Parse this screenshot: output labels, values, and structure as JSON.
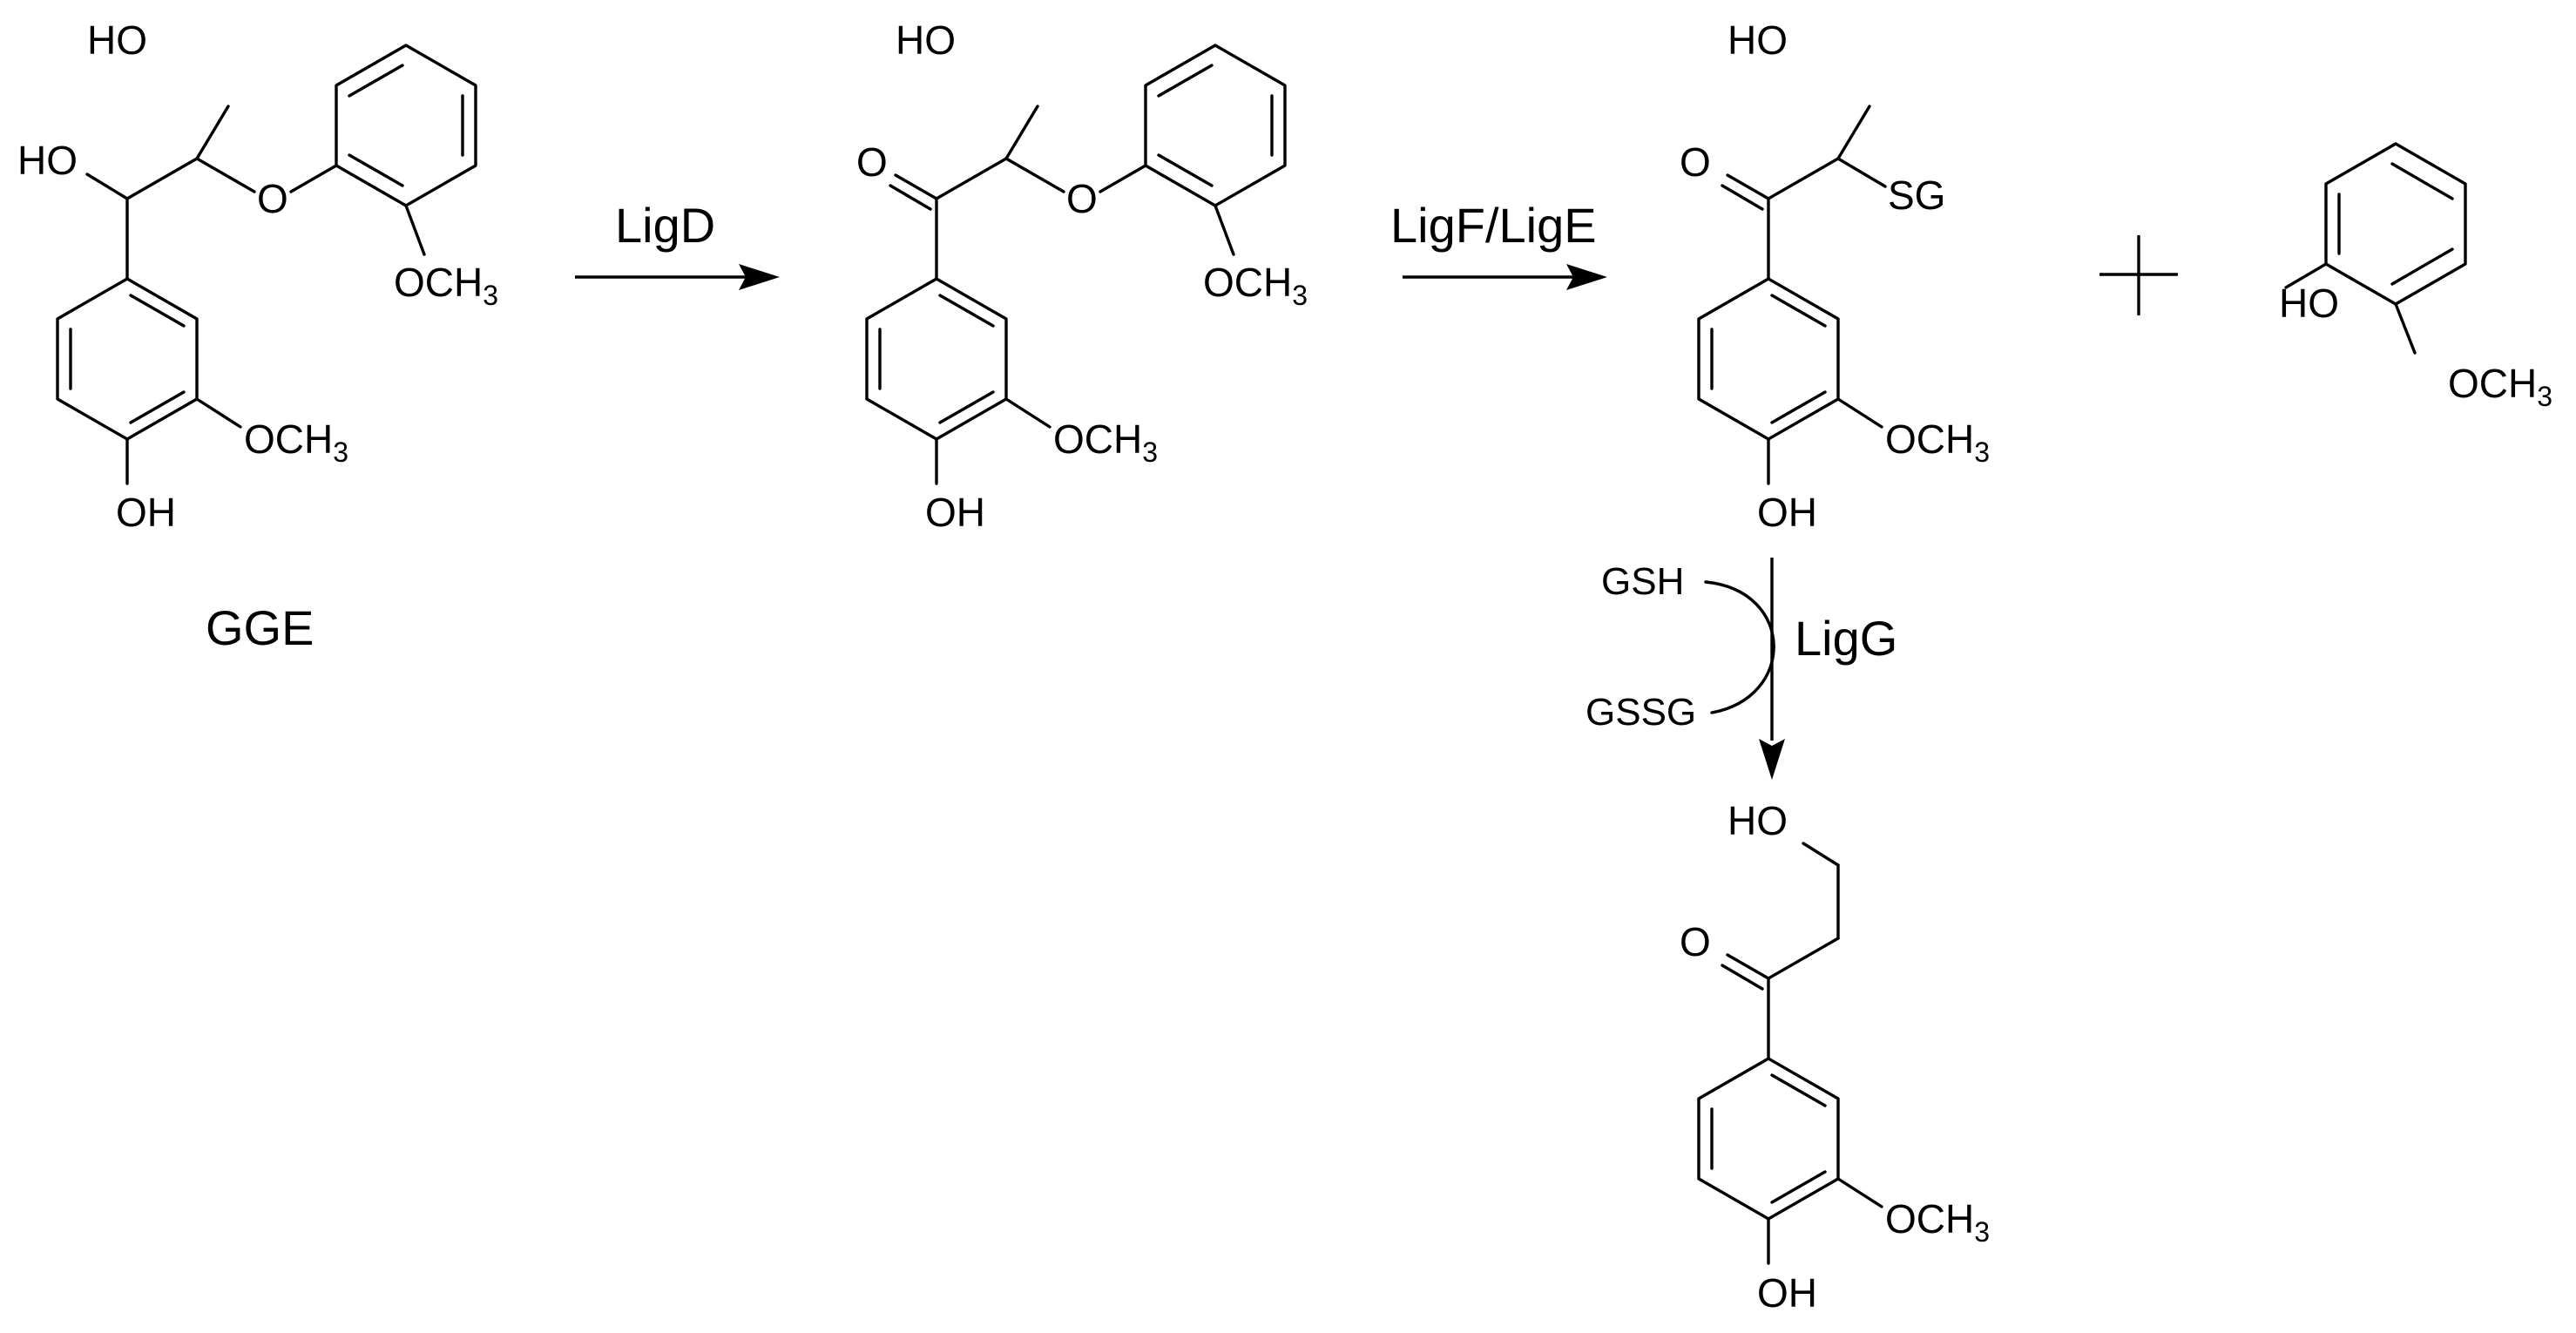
{
  "compounds": {
    "gge": {
      "name": "GGE",
      "ho_top": "HO",
      "ho_side": "HO",
      "ether_o": "O",
      "ring_ome_main": "OCH",
      "ring_ome_sub": "3",
      "aryl_ome_main": "OCH",
      "aryl_ome_sub": "3",
      "oh": "OH"
    },
    "ketone": {
      "ho_top": "HO",
      "carbonyl_o": "O",
      "ether_o": "O",
      "ring_ome_main": "OCH",
      "ring_ome_sub": "3",
      "aryl_ome_main": "OCH",
      "aryl_ome_sub": "3",
      "oh": "OH"
    },
    "thioether": {
      "ho_top": "HO",
      "carbonyl_o": "O",
      "sg": "SG",
      "ring_ome_main": "OCH",
      "ring_ome_sub": "3",
      "oh": "OH"
    },
    "guaiacol": {
      "ho": "HO",
      "ome_main": "OCH",
      "ome_sub": "3"
    },
    "product": {
      "ho_top": "HO",
      "carbonyl_o": "O",
      "ring_ome_main": "OCH",
      "ring_ome_sub": "3",
      "oh": "OH"
    }
  },
  "arrows": {
    "ligd": "LigD",
    "ligf_lige": "LigF/LigE",
    "ligg": "LigG",
    "cofactor_in": "GSH",
    "cofactor_out": "GSSG"
  }
}
